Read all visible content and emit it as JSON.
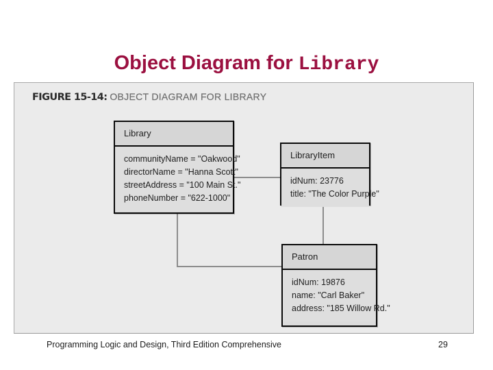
{
  "slide": {
    "title_main": "Object Diagram for ",
    "title_mono": "Library",
    "title_color": "#9b1040"
  },
  "figure": {
    "caption_label": "FIGURE 15-14:",
    "caption_text": "OBJECT DIAGRAM FOR LIBRARY",
    "panel_bg": "#ebebeb",
    "panel_border": "#a8a8a8"
  },
  "diagram": {
    "type": "object-diagram",
    "box_fill": "#dcdcdc",
    "box_border": "#0a0a0a",
    "connector_color": "#8c8c8c",
    "objects": [
      {
        "id": "library",
        "header": "Library",
        "attributes": [
          "communityName = \"Oakwood\"",
          "directorName = \"Hanna Scott\"",
          "streetAddress = \"100 Main St.\"",
          "phoneNumber = \"622-1000\""
        ]
      },
      {
        "id": "libraryitem",
        "header": "LibraryItem",
        "attributes": [
          "idNum: 23776",
          "title: \"The Color Purple\""
        ]
      },
      {
        "id": "patron",
        "header": "Patron",
        "attributes": [
          "idNum: 19876",
          "name: \"Carl Baker\"",
          "address: \"185 Willow Rd.\""
        ]
      }
    ],
    "connections": [
      {
        "from": "library",
        "to": "libraryitem"
      },
      {
        "from": "library",
        "to": "patron"
      },
      {
        "from": "libraryitem",
        "to": "patron"
      }
    ]
  },
  "footer": {
    "book": "Programming Logic and Design, Third Edition Comprehensive",
    "page": "29"
  }
}
